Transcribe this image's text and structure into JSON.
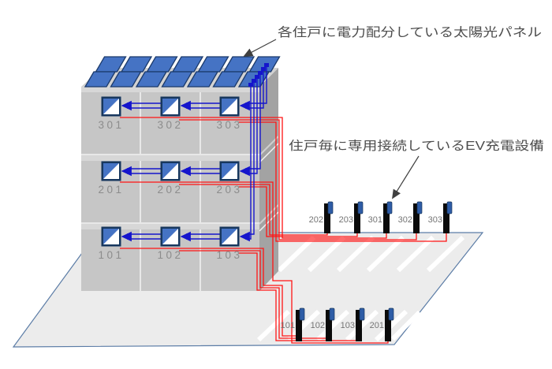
{
  "annotations": {
    "solar": "各住戸に電力配分している太陽光パネル",
    "ev": "住戸毎に専用接続しているEV充電設備"
  },
  "building": {
    "floors": [
      {
        "units": [
          "301",
          "302",
          "303"
        ]
      },
      {
        "units": [
          "201",
          "202",
          "203"
        ]
      },
      {
        "units": [
          "101",
          "102",
          "103"
        ]
      }
    ]
  },
  "ev_chargers": {
    "back_row": [
      "202",
      "203",
      "301",
      "302",
      "303"
    ],
    "front_row": [
      "101",
      "102",
      "103",
      "201"
    ]
  },
  "icons": {
    "meter_box": "diagonal-split-square",
    "solar_panel": "blue-tilted-panel",
    "ev_charger": "black-post-with-blue-head",
    "flow_arrow": "left-pointing-triangle"
  },
  "colors": {
    "panel_blue": "#4573C4",
    "panel_border": "#1B3A6B",
    "wire_blue": "#1515CC",
    "wire_red": "#FF1414",
    "box_border": "#17375E",
    "front_wall": "#C6C6C6",
    "wall_band": "#D7D7D7",
    "side_wall": "#A3A3A3",
    "roof": "#D2D2D2",
    "ground": "#ECECEC",
    "ground_border": "#5B7CA6",
    "stripe_white": "#FFFFFF",
    "unit_label_gray": "#8C8C8C",
    "annotation_gray": "#4D4D4D",
    "charger_post": "#0A0A0A",
    "charger_head": "#2E5CA6"
  }
}
